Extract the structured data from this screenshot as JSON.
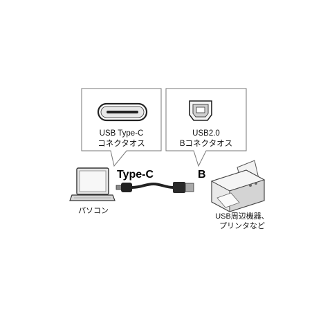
{
  "callouts": {
    "left": {
      "line1": "USB Type-C",
      "line2": "コネクタオス"
    },
    "right": {
      "line1": "USB2.0",
      "line2": "Bコネクタオス"
    }
  },
  "labels": {
    "type_c": "Type-C",
    "b": "B",
    "pc": "パソコン",
    "device_line1": "USB周辺機器、",
    "device_line2": "プリンタなど"
  },
  "icons": [
    "usb-type-c-port-icon",
    "usb-b-port-icon",
    "laptop-icon",
    "printer-icon",
    "usb-cable-icon"
  ]
}
